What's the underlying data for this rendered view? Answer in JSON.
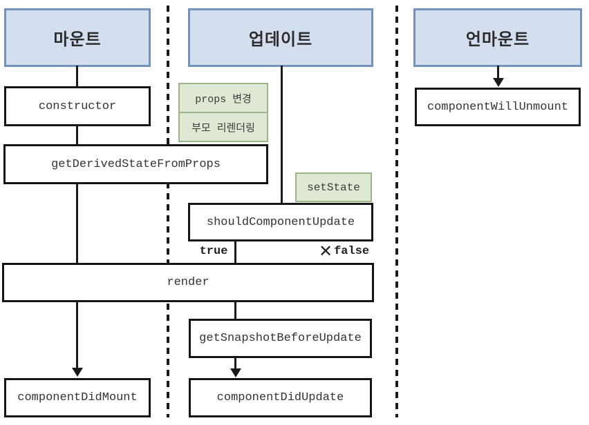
{
  "diagram": {
    "headers": {
      "mount": "마운트",
      "update": "업데이트",
      "unmount": "언마운트"
    },
    "nodes": {
      "constructor": "constructor",
      "get_derived": "getDerivedStateFromProps",
      "should_update": "shouldComponentUpdate",
      "render": "render",
      "get_snapshot": "getSnapshotBeforeUpdate",
      "did_mount": "componentDidMount",
      "did_update": "componentDidUpdate",
      "will_unmount": "componentWillUnmount"
    },
    "triggers": {
      "props_change": "props 변경",
      "parent_rerender": "부모 리렌더링",
      "set_state": "setState"
    },
    "branches": {
      "true_label": "true",
      "false_mark": "✕",
      "false_label": "false"
    },
    "colors": {
      "header_fill": "#d3dfee",
      "header_border": "#7292bb",
      "trigger_fill": "#dde9d3",
      "trigger_border": "#9cb488",
      "node_fill": "#ffffff",
      "node_border": "#141414",
      "line": "#1a1a1a",
      "text": "#333333"
    }
  }
}
